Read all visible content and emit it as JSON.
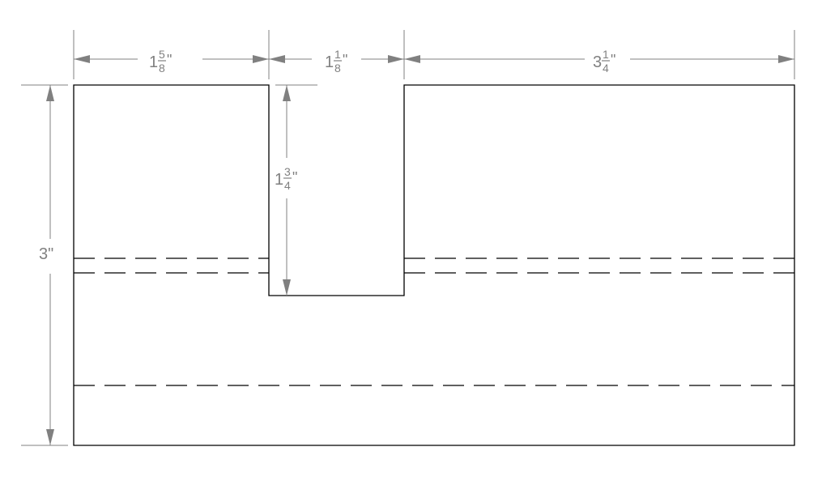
{
  "drawing": {
    "line_color": "#000000",
    "dimension_color": "#808080",
    "dimensions": {
      "top_left": {
        "whole": "1",
        "numerator": "5",
        "denominator": "8",
        "unit": "\""
      },
      "top_middle": {
        "whole": "1",
        "numerator": "1",
        "denominator": "8",
        "unit": "\""
      },
      "top_right": {
        "whole": "3",
        "numerator": "1",
        "denominator": "4",
        "unit": "\""
      },
      "slot_depth": {
        "whole": "1",
        "numerator": "3",
        "denominator": "4",
        "unit": "\""
      },
      "height": {
        "label": "3\""
      }
    }
  }
}
